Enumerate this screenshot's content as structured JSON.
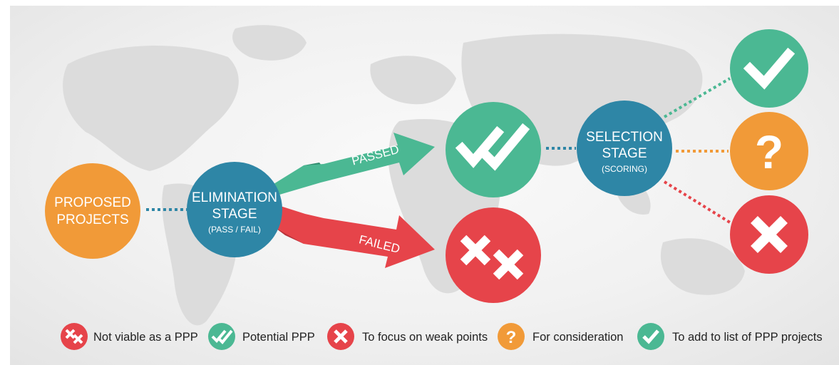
{
  "colors": {
    "orange": "#F19A38",
    "blue": "#2E86A6",
    "green": "#4BB893",
    "red": "#E6444A",
    "connector_blue": "#2E86A6"
  },
  "nodes": {
    "proposed": {
      "line1": "PROPOSED",
      "line2": "PROJECTS"
    },
    "elimination": {
      "line1": "ELIMINATION",
      "line2": "STAGE",
      "sub": "(PASS / FAIL)"
    },
    "selection": {
      "line1": "SELECTION",
      "line2": "STAGE",
      "sub": "(SCORING)"
    },
    "potential": {
      "icon": "double-check-icon"
    },
    "not_viable": {
      "icon": "double-x-icon"
    },
    "add_to_list": {
      "icon": "check-icon"
    },
    "consideration": {
      "icon": "question-icon",
      "glyph": "?"
    },
    "weak_points": {
      "icon": "x-icon"
    }
  },
  "arrows": {
    "passed": "PASSED",
    "failed": "FAILED"
  },
  "legend": [
    {
      "icon": "double-x-icon",
      "color": "#E6444A",
      "label": "Not viable as a PPP"
    },
    {
      "icon": "double-check-icon",
      "color": "#4BB893",
      "label": "Potential PPP"
    },
    {
      "icon": "x-icon",
      "color": "#E6444A",
      "label": "To focus on weak points"
    },
    {
      "icon": "question-icon",
      "color": "#F19A38",
      "label": "For consideration",
      "glyph": "?"
    },
    {
      "icon": "check-icon",
      "color": "#4BB893",
      "label": "To add to list of PPP projects"
    }
  ]
}
